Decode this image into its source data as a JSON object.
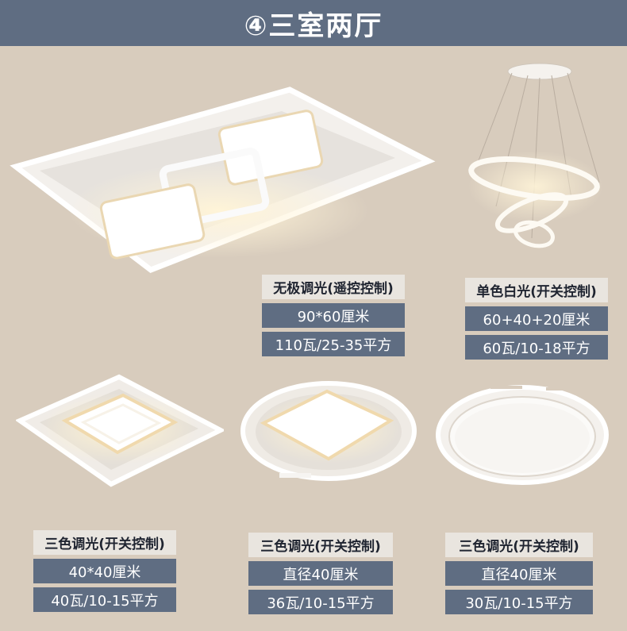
{
  "banner": {
    "title": "④三室两厅"
  },
  "products": [
    {
      "title": "无极调光(遥控控制)",
      "size": "90*60厘米",
      "power": "110瓦/25-35平方"
    },
    {
      "title": "单色白光(开关控制)",
      "size": "60+40+20厘米",
      "power": "60瓦/10-18平方"
    },
    {
      "title": "三色调光(开关控制)",
      "size": "40*40厘米",
      "power": "40瓦/10-15平方"
    },
    {
      "title": "三色调光(开关控制)",
      "size": "直径40厘米",
      "power": "36瓦/10-15平方"
    },
    {
      "title": "三色调光(开关控制)",
      "size": "直径40厘米",
      "power": "30瓦/10-15平方"
    }
  ],
  "colors": {
    "banner": "#5f6d82",
    "background": "#d8ccbd",
    "label": "#e9e5df"
  }
}
